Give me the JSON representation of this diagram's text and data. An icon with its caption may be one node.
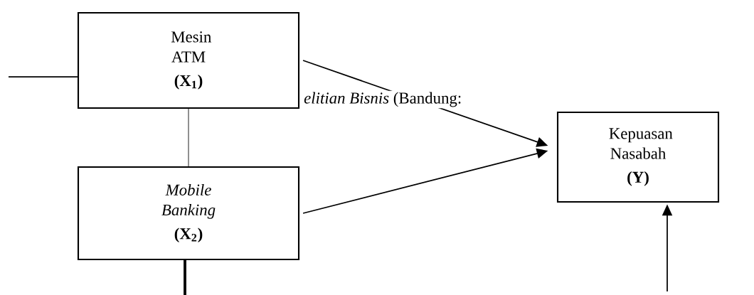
{
  "diagram": {
    "nodes": [
      {
        "text": [
          "Mesin ATM",
          "(X$_{1}$)"
        ]
      },
      {
        "text": [
          "Mobile Banking",
          "(X$_{2}$)"
        ]
      },
      {
        "text": [
          "Kepuasan Nasabah",
          "(Y)"
        ]
      }
    ],
    "edges": [
      {
        "from": null,
        "to": 0,
        "arrow": "none"
      },
      {
        "from": 0,
        "to": 1,
        "arrow": "none"
      },
      {
        "from": 0,
        "to": 2,
        "arrow": "to"
      },
      {
        "from": 1,
        "to": 2,
        "arrow": "to"
      },
      {
        "from": 1,
        "to": null,
        "arrow": "none",
        "style": "thick"
      },
      {
        "from": null,
        "to": 2,
        "arrow": "to"
      }
    ],
    "labels": [
      "*elitian Bisnis* (Bandung:"
    ]
  }
}
